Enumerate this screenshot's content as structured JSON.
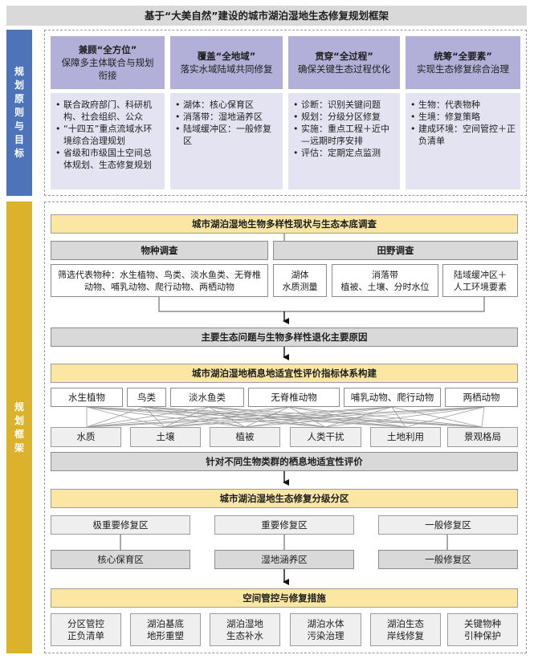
{
  "title": "基于“大美自然”建设的城市湖泊湿地生态修复规划框架",
  "side": {
    "upper_label": "规划原则与目标",
    "lower_label": "规划框架",
    "upper_color": "#4d73b8",
    "lower_color": "#dcb22d"
  },
  "principles": [
    {
      "name": "兼顾“全方位”",
      "desc": "保障多主体联合与规划衔接",
      "items": [
        "联合政府部门、科研机构、社会组织、公众",
        "“十四五”重点流域水环境综合治理规划",
        "省级和市级国土空间总体规划、生态修复规划"
      ]
    },
    {
      "name": "覆盖“全地域”",
      "desc": "落实水域陆域共同修复",
      "items": [
        "湖体：核心保育区",
        "消落带：湿地涵养区",
        "陆域缓冲区：一般修复区"
      ]
    },
    {
      "name": "贯穿“全过程”",
      "desc": "确保关键生态过程优化",
      "items": [
        "诊断：识别关键问题",
        "规划：分级分区修复",
        "实施：重点工程＋近中—远期时序安排",
        "评估：定期定点监测"
      ]
    },
    {
      "name": "统筹“全要素”",
      "desc": "实现生态修复综合治理",
      "items": [
        "生物：代表物种",
        "生境：修复策略",
        "建成环境：空间管控＋正负清单"
      ]
    }
  ],
  "framework": {
    "survey_title": "城市湖泊湿地生物多样性现状与生态本底调查",
    "species_survey": "物种调查",
    "field_survey": "田野调查",
    "species_detail": "筛选代表物种：水生植物、鸟类、淡水鱼类、无脊椎动物、哺乳动物、爬行动物、两栖动物",
    "field_items": [
      {
        "line1": "湖体",
        "line2": "水质测量"
      },
      {
        "line1": "消落带",
        "line2": "植被、土壤、分时水位"
      },
      {
        "line1": "陆域缓冲区＋",
        "line2": "人工环境要素"
      }
    ],
    "problems": "主要生态问题与生物多样性退化主要原因",
    "indicator_title": "城市湖泊湿地栖息地适宜性评价指标体系构建",
    "species_groups": [
      "水生植物",
      "鸟类",
      "淡水鱼类",
      "无脊椎动物",
      "哺乳动物、爬行动物",
      "两栖动物"
    ],
    "factors": [
      "水质",
      "土壤",
      "植被",
      "人类干扰",
      "土地利用",
      "景观格局"
    ],
    "evaluation": "针对不同生物类群的栖息地适宜性评价",
    "zoning_title": "城市湖泊湿地生态修复分级分区",
    "levels": [
      "极重要修复区",
      "重要修复区",
      "一般修复区"
    ],
    "zones": [
      "核心保育区",
      "湿地涵养区",
      "一般修复区"
    ],
    "measures_title": "空间管控与修复措施",
    "measures": [
      {
        "line1": "分区管控",
        "line2": "正负清单"
      },
      {
        "line1": "湖泊基底",
        "line2": "地形重塑"
      },
      {
        "line1": "湖泊湿地",
        "line2": "生态补水"
      },
      {
        "line1": "湖泊水体",
        "line2": "污染治理"
      },
      {
        "line1": "湖泊生态",
        "line2": "岸线修复"
      },
      {
        "line1": "关键物种",
        "line2": "引种保护"
      }
    ]
  }
}
